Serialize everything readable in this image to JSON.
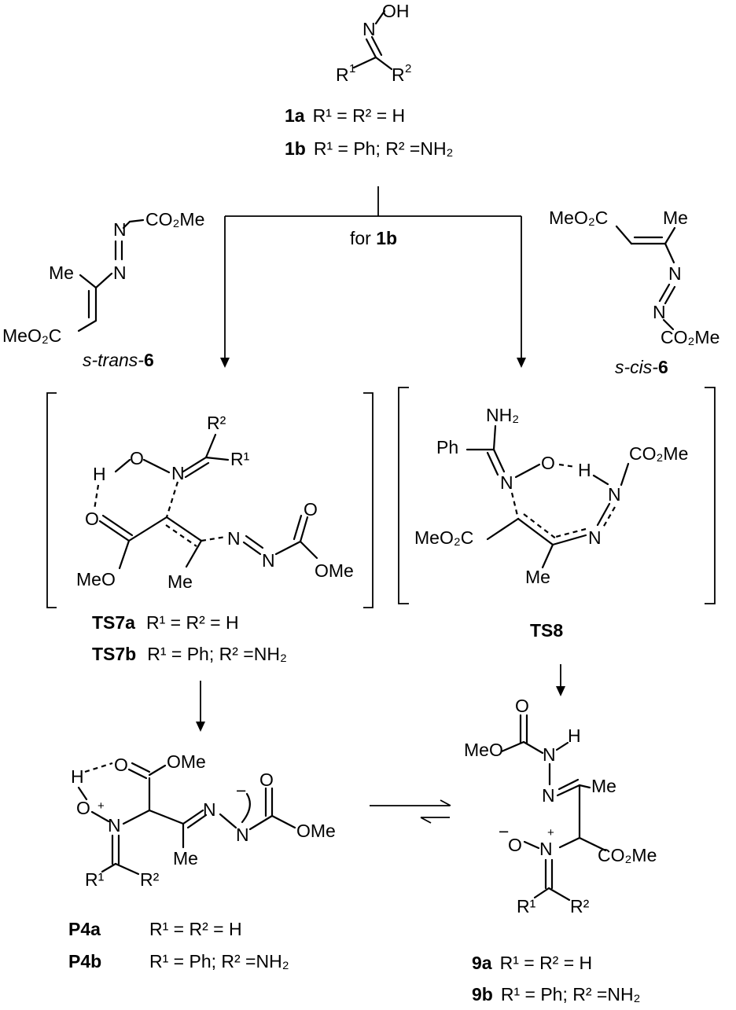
{
  "oxime": {
    "oh": "OH",
    "n": "N",
    "r1": "R",
    "r1_sup": "1",
    "r2": "R",
    "r2_sup": "2",
    "line_1a_id": "1a",
    "line_1a_text": "R¹ = R² = H",
    "line_1b_id": "1b",
    "line_1b_text": "R¹ = Ph; R² =NH₂"
  },
  "branch_label": {
    "prefix": "for ",
    "bold": "1b"
  },
  "trans6": {
    "co2me": "CO₂Me",
    "n1": "N",
    "n2": "N",
    "me": "Me",
    "meo2c": "MeO₂C",
    "label_italic": "s-trans-",
    "label_bold": "6"
  },
  "cis6": {
    "meo2c": "MeO₂C",
    "me": "Me",
    "n1": "N",
    "n2": "N",
    "co2me": "CO₂Me",
    "label_italic": "s-cis-",
    "label_bold": "6"
  },
  "ts7": {
    "r2": "R²",
    "r1": "R¹",
    "o": "O",
    "h": "H",
    "n": "N",
    "o_carb": "O",
    "meo": "MeO",
    "me": "Me",
    "n_azo1": "N",
    "n_azo2": "N",
    "o_top": "O",
    "ome": "OMe",
    "line_a_id": "TS7a",
    "line_a_text": "R¹ = R² = H",
    "line_b_id": "TS7b",
    "line_b_text": "R¹ = Ph; R² =NH₂"
  },
  "ts8": {
    "nh2": "NH₂",
    "ph": "Ph",
    "n": "N",
    "o": "O",
    "h": "H",
    "co2me": "CO₂Me",
    "n_h": "N",
    "meo2c": "MeO₂C",
    "n_azo": "N",
    "me": "Me",
    "label": "TS8"
  },
  "p4": {
    "h": "H",
    "o_carb": "O",
    "ome_top": "OMe",
    "o": "O",
    "plus": "+",
    "n_plus": "N",
    "n_azo1": "N",
    "n_azo2": "N",
    "minus": "−",
    "o_top": "O",
    "ome": "OMe",
    "me": "Me",
    "r1": "R¹",
    "r2": "R²",
    "line_a_id": "P4a",
    "line_a_text": "R¹ = R² = H",
    "line_b_id": "P4b",
    "line_b_text": "R¹ = Ph; R² =NH₂"
  },
  "p9": {
    "o_top": "O",
    "meo": "MeO",
    "n_h": "N",
    "h": "H",
    "n": "N",
    "me": "Me",
    "o_minus": "O",
    "minus": "−",
    "plus": "+",
    "n_plus": "N",
    "co2me": "CO₂Me",
    "r1": "R¹",
    "r2": "R²",
    "line_a_id": "9a",
    "line_a_text": "R¹ = R² = H",
    "line_b_id": "9b",
    "line_b_text": "R¹ = Ph; R² =NH₂"
  }
}
